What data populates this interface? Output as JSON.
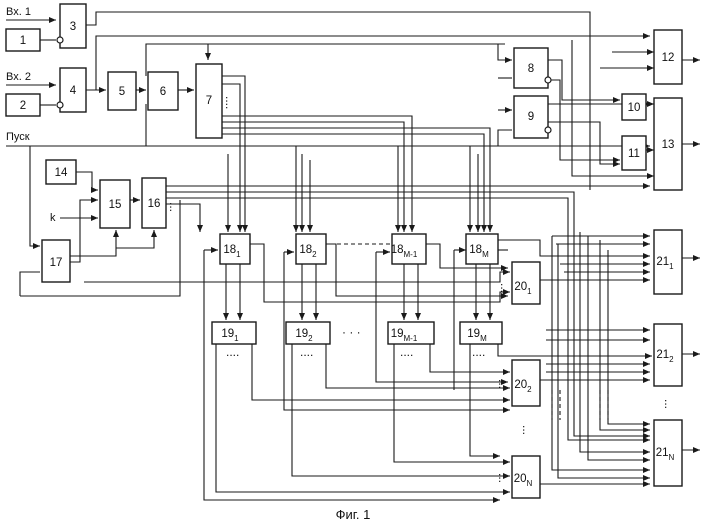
{
  "inputs": {
    "in1": "Вх. 1",
    "in2": "Вх. 2",
    "start": "Пуск",
    "k": "k"
  },
  "blocks": {
    "b1": "1",
    "b2": "2",
    "b3": "3",
    "b4": "4",
    "b5": "5",
    "b6": "6",
    "b7": "7",
    "b8": "8",
    "b9": "9",
    "b10": "10",
    "b11": "11",
    "b12": "12",
    "b13": "13",
    "b14": "14",
    "b15": "15",
    "b16": "16",
    "b17": "17"
  },
  "indexed": {
    "b18_1": {
      "base": "18",
      "sub": "1"
    },
    "b18_2": {
      "base": "18",
      "sub": "2"
    },
    "b18_m1": {
      "base": "18",
      "sub": "M-1"
    },
    "b18_m": {
      "base": "18",
      "sub": "M"
    },
    "b19_1": {
      "base": "19",
      "sub": "1"
    },
    "b19_2": {
      "base": "19",
      "sub": "2"
    },
    "b19_m1": {
      "base": "19",
      "sub": "M-1"
    },
    "b19_m": {
      "base": "19",
      "sub": "M"
    },
    "b20_1": {
      "base": "20",
      "sub": "1"
    },
    "b20_2": {
      "base": "20",
      "sub": "2"
    },
    "b20_n": {
      "base": "20",
      "sub": "N"
    },
    "b21_1": {
      "base": "21",
      "sub": "1"
    },
    "b21_2": {
      "base": "21",
      "sub": "2"
    },
    "b21_n": {
      "base": "21",
      "sub": "N"
    }
  },
  "caption": "Фиг. 1"
}
